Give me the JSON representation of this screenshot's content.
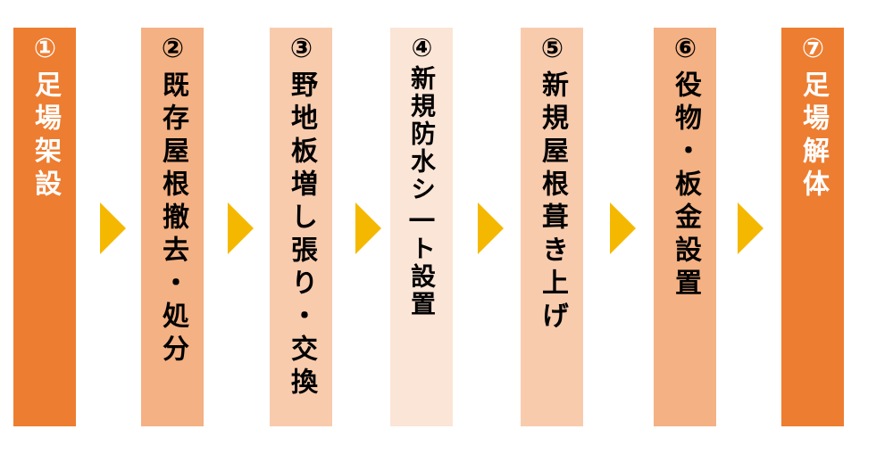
{
  "steps": [
    {
      "label": "①足場架設",
      "fill": "#ed7d31",
      "text_color": "#ffffff"
    },
    {
      "label": "②既存屋根撤去・処分",
      "fill": "#f4b183",
      "text_color": "#000000"
    },
    {
      "label": "③野地板増し張り・交換",
      "fill": "#f8cbad",
      "text_color": "#000000"
    },
    {
      "label": "④新規防水シ―ト設置",
      "fill": "#fbe5d6",
      "text_color": "#000000"
    },
    {
      "label": "⑤新規屋根葺き上げ",
      "fill": "#f8cbad",
      "text_color": "#000000"
    },
    {
      "label": "⑥役物・板金設置",
      "fill": "#f4b183",
      "text_color": "#000000"
    },
    {
      "label": "⑦足場解体",
      "fill": "#ed7d31",
      "text_color": "#ffffff"
    }
  ],
  "arrow_color": "#f5b800"
}
